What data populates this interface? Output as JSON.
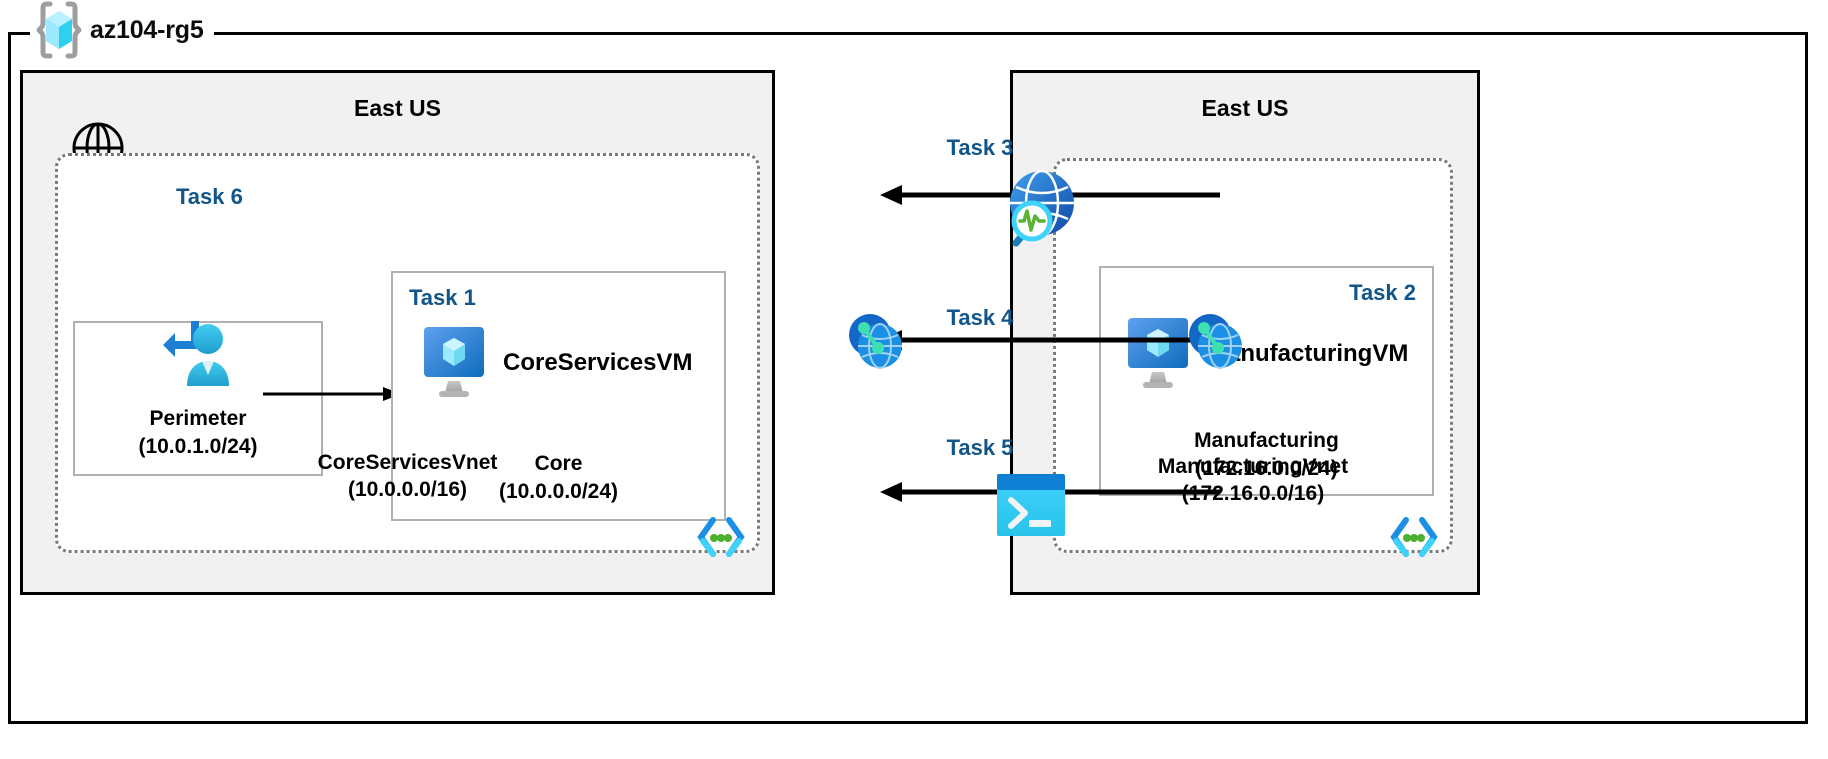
{
  "diagram": {
    "resource_group": {
      "name": "az104-rg5",
      "icon": "azure-resource-group-icon"
    },
    "regions": [
      {
        "id": "left",
        "title": "East US"
      },
      {
        "id": "right",
        "title": "East US"
      }
    ],
    "vnets": [
      {
        "id": "core",
        "name": "CoreServicesVnet",
        "address_space": "(10.0.0.0/16)",
        "icon": "subnet-group-icon"
      },
      {
        "id": "manufacturing",
        "name": "ManufacturingVnet",
        "address_space": "(172.16.0.0/16)",
        "icon": "subnet-group-icon"
      }
    ],
    "subnets": [
      {
        "id": "perimeter",
        "task": "Task 6",
        "name": "Perimeter",
        "address_space": "(10.0.1.0/24)",
        "icon": "bastion-user-icon"
      },
      {
        "id": "core",
        "task": "Task 1",
        "name": "Core",
        "address_space": "(10.0.0.0/24)",
        "vm": "CoreServicesVM",
        "icon": "virtual-machine-icon"
      },
      {
        "id": "manufacturing",
        "task": "Task 2",
        "name": "Manufacturing",
        "address_space": "(172.16.0.0/24)",
        "vm": "ManufacturingVM",
        "icon": "virtual-machine-icon"
      }
    ],
    "connections": [
      {
        "id": "task3",
        "label": "Task 3",
        "icon": "network-watcher-icon",
        "arrow": "left"
      },
      {
        "id": "task4",
        "label": "Task 4",
        "icon": "vnet-peering-icon",
        "arrow": "both"
      },
      {
        "id": "task5",
        "label": "Task 5",
        "icon": "cloud-shell-icon",
        "arrow": "left"
      }
    ],
    "internet": {
      "icon": "globe-icon"
    },
    "colors": {
      "task_label": "#11558a",
      "region_fill": "#f1f1f1",
      "frame_border": "#000000",
      "vnet_border": "#7a7a7a",
      "subnet_border": "#b0b0b0",
      "azure_blue": "#0078d4",
      "cyan": "#50e6ff",
      "green": "#5bb335"
    }
  }
}
